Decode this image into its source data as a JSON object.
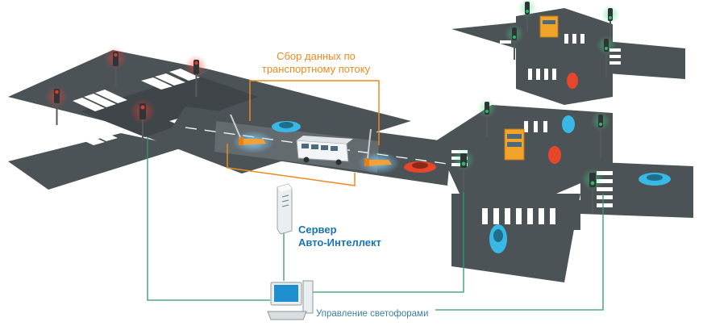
{
  "labels": {
    "data_collection_line1": "Сбор данных по",
    "data_collection_line2": "транспортному потоку",
    "server_line1": "Сервер",
    "server_line2": "Авто-Интеллект",
    "traffic_control": "Управление светофорами"
  },
  "colors": {
    "road": "#4c5357",
    "network_line": "#2e9a6e",
    "bracket_orange": "#e98b1f",
    "server_text": "#1a73b5",
    "signal_red": "#d9342b",
    "signal_green": "#35b56a"
  },
  "icons": {
    "traffic_light": "traffic-light-icon",
    "camera": "traffic-camera-icon",
    "server": "server-tower-icon",
    "workstation": "computer-workstation-icon",
    "bus": "bus-icon",
    "car": "car-icon"
  }
}
